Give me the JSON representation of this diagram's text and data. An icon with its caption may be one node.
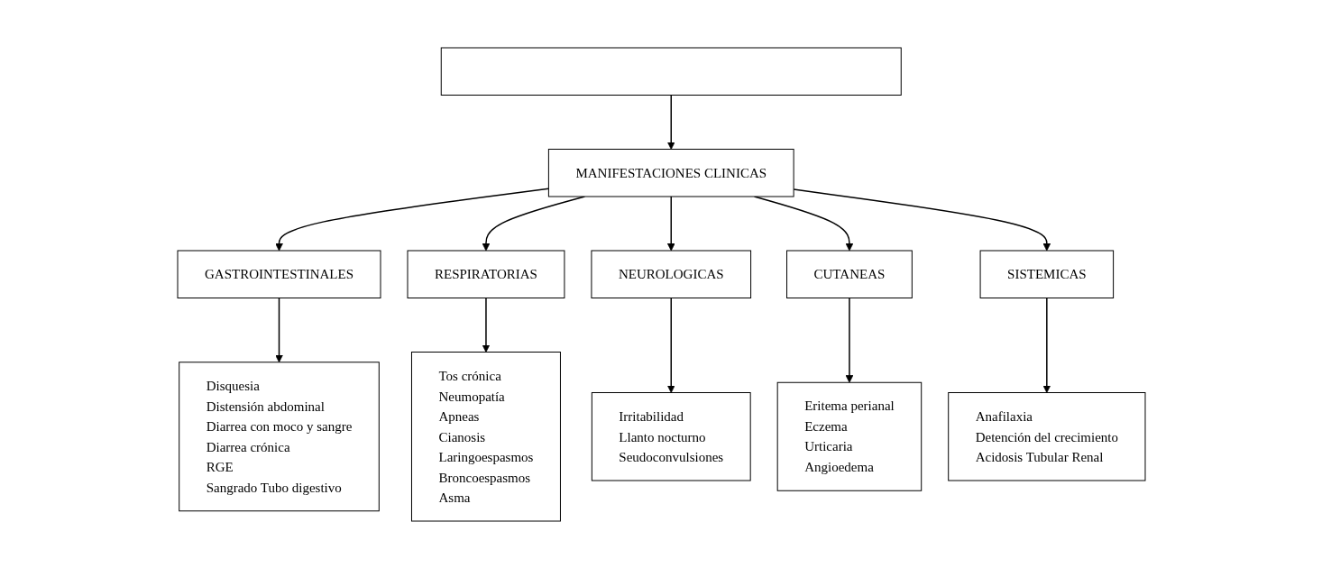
{
  "diagram": {
    "nodes": [
      {
        "text": [],
        "shape": "box"
      },
      {
        "text": [
          "MANIFESTACIONES CLINICAS"
        ]
      },
      {
        "text": [
          "GASTROINTESTINALES"
        ]
      },
      {
        "text": [
          "RESPIRATORIAS"
        ]
      },
      {
        "text": [
          "NEUROLOGICAS"
        ]
      },
      {
        "text": [
          "CUTANEAS"
        ]
      },
      {
        "text": [
          "SISTEMICAS"
        ]
      },
      {
        "text": [
          "Disquesia",
          "Distensión abdominal",
          "Diarrea con moco y sangre",
          "Diarrea crónica",
          "RGE",
          "Sangrado Tubo digestivo"
        ]
      },
      {
        "text": [
          "Tos crónica",
          "Neumopatía",
          "Apneas",
          "Cianosis",
          "Laringoespasmos",
          "Broncoespasmos",
          "Asma"
        ]
      },
      {
        "text": [
          "Irritabilidad",
          "Llanto nocturno",
          "Seudoconvulsiones"
        ]
      },
      {
        "text": [
          "Eritema perianal",
          "Eczema",
          "Urticaria",
          "Angioedema"
        ]
      },
      {
        "text": [
          "Anafilaxia",
          "Detención del crecimiento",
          "Acidosis Tubular Renal"
        ]
      }
    ],
    "edges": [
      {
        "from": 0,
        "to": 1,
        "arrow": "to"
      },
      {
        "from": 1,
        "to": 2,
        "arrow": "to"
      },
      {
        "from": 1,
        "to": 3,
        "arrow": "to"
      },
      {
        "from": 1,
        "to": 4,
        "arrow": "to"
      },
      {
        "from": 1,
        "to": 5,
        "arrow": "to"
      },
      {
        "from": 1,
        "to": 6,
        "arrow": "to"
      },
      {
        "from": 2,
        "to": 7,
        "arrow": "to"
      },
      {
        "from": 3,
        "to": 8,
        "arrow": "to"
      },
      {
        "from": 4,
        "to": 9,
        "arrow": "to"
      },
      {
        "from": 5,
        "to": 10,
        "arrow": "to"
      },
      {
        "from": 6,
        "to": 11,
        "arrow": "to"
      }
    ]
  }
}
